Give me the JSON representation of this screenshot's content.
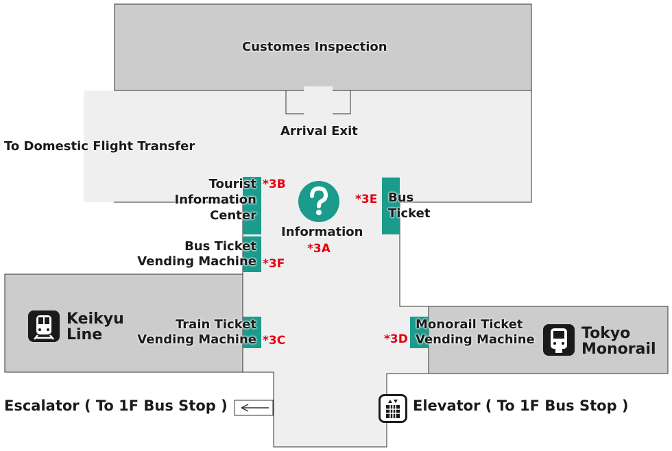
{
  "areas": {
    "customs": "Customes Inspection",
    "arrival_exit": "Arrival Exit",
    "domestic_transfer": "To Domestic Flight Transfer"
  },
  "facilities": {
    "tourist_info": {
      "label": [
        "Tourist",
        "Information",
        "Center"
      ],
      "code": "*3B"
    },
    "information": {
      "label": "Information",
      "code": "*3A",
      "icon": "question-mark-icon"
    },
    "bus_ticket": {
      "label": [
        "Bus",
        "Ticket"
      ],
      "code": "*3E"
    },
    "bus_vending": {
      "label": [
        "Bus Ticket",
        "Vending Machine"
      ],
      "code": "*3F"
    },
    "train_vending": {
      "label": [
        "Train Ticket",
        "Vending Machine"
      ],
      "code": "*3C"
    },
    "monorail_vending": {
      "label": [
        "Monorail Ticket",
        "Vending Machine"
      ],
      "code": "*3D"
    }
  },
  "transit": {
    "keikyu": {
      "label": [
        "Keikyu",
        "Line"
      ],
      "icon": "train-icon"
    },
    "monorail": {
      "label": [
        "Tokyo",
        "Monorail"
      ],
      "icon": "monorail-icon"
    }
  },
  "exits": {
    "escalator": "Escalator ( To 1F Bus Stop )",
    "elevator": "Elevator ( To 1F Bus Stop )",
    "escalator_icon": "arrow-left-icon",
    "elevator_icon": "elevator-icon"
  },
  "colors": {
    "floor": "#efefef",
    "block": "#cccccc",
    "accent": "#1a9b8c",
    "code": "#e60012",
    "text": "#1a1a1a"
  }
}
